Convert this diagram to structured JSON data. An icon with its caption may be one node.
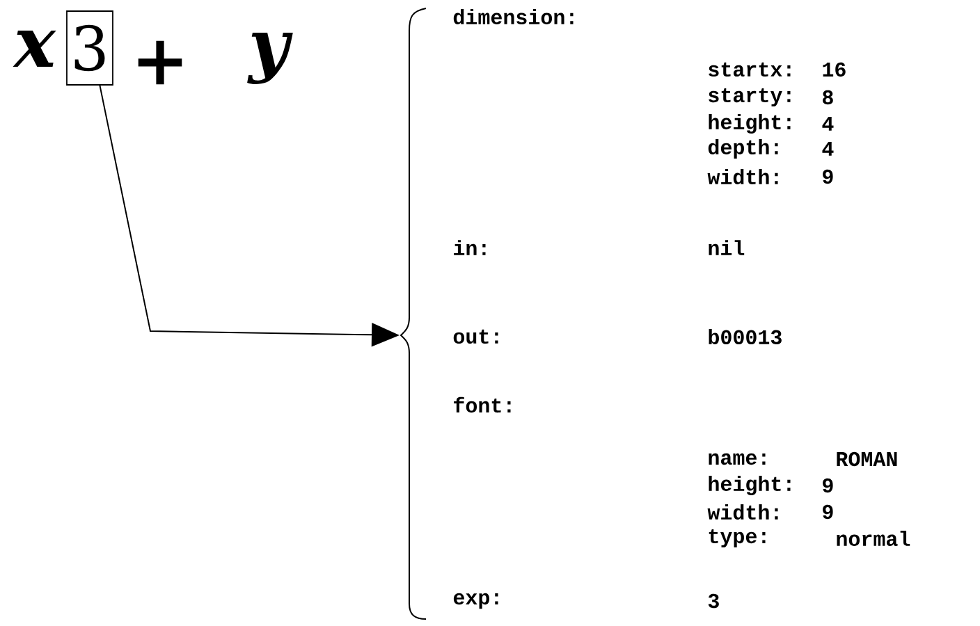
{
  "diagram": {
    "nodes": [
      {
        "text": [
          "x",
          "+",
          "y"
        ]
      },
      {
        "text": [
          "3"
        ]
      },
      {
        "text": [
          "dimension:",
          "startx:",
          "16",
          "starty:",
          "8",
          "height:",
          "4",
          "depth:",
          "4",
          "width:",
          "9",
          "in:",
          "nil",
          "out:",
          "b00013",
          "font:",
          "name:",
          "ROMAN",
          "height:",
          "9",
          "width:",
          "9",
          "type:",
          "normal",
          "exp:",
          "3"
        ]
      }
    ],
    "edges": [
      {
        "from": 1,
        "to": 2,
        "arrow": "to"
      }
    ]
  }
}
